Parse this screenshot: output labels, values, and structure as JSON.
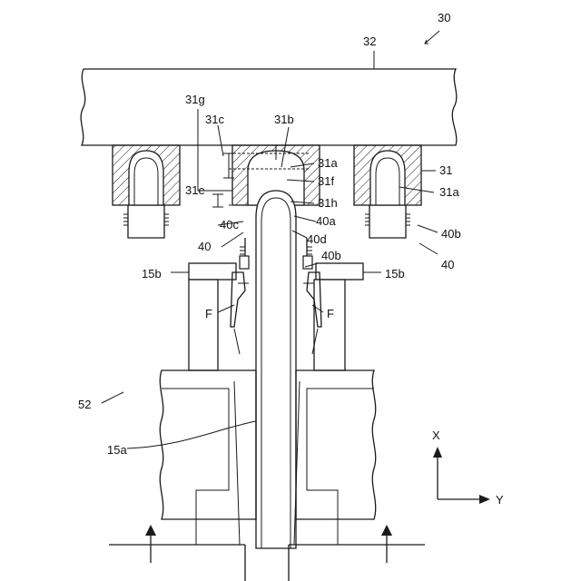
{
  "labels": {
    "l30": "30",
    "l32": "32",
    "l31g": "31g",
    "l31c": "31c",
    "l31b": "31b",
    "l31a_1": "31a",
    "l31f": "31f",
    "l31": "31",
    "l31e": "31e",
    "l31h": "31h",
    "l31a_2": "31a",
    "l40c": "40c",
    "l40a": "40a",
    "l40d": "40d",
    "l40_left": "40",
    "l40b_right": "40b",
    "l40_right": "40",
    "l40b_mid": "40b",
    "l15b_left": "15b",
    "l15b_right": "15b",
    "lF_left": "F",
    "lF_right": "F",
    "l52": "52",
    "l15a": "15a",
    "axisX": "X",
    "axisY": "Y"
  }
}
